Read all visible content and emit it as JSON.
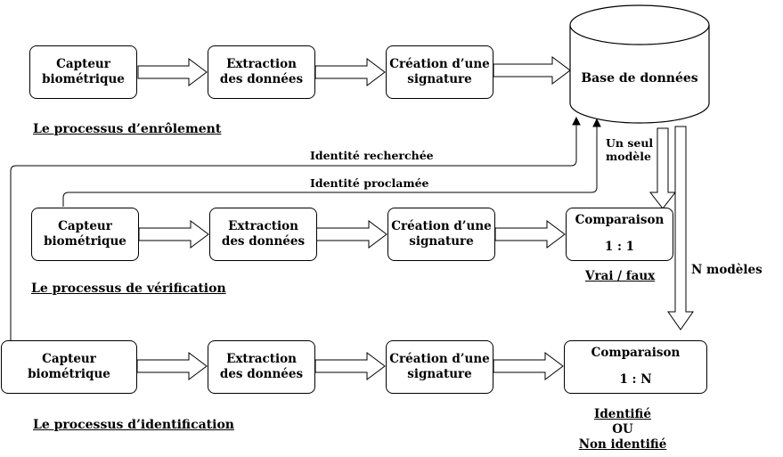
{
  "enrollment": {
    "title": "Le processus d’enrôlement",
    "sensor": "Capteur\nbiométrique",
    "extraction": "Extraction\ndes données",
    "signature": "Création d’une\nsignature"
  },
  "database": {
    "label": "Base de données"
  },
  "verification": {
    "title": "Le processus de vérification",
    "sensor": "Capteur\nbiométrique",
    "extraction": "Extraction\ndes données",
    "signature": "Création d’une\nsignature",
    "comparison": "Comparaison",
    "ratio": "1 : 1",
    "result": "Vrai / faux"
  },
  "identification": {
    "title": "Le processus d’identification",
    "sensor": "Capteur\nbiométrique",
    "extraction": "Extraction\ndes données",
    "signature": "Création d’une\nsignature",
    "comparison": "Comparaison",
    "ratio": "1 : N",
    "result_line1": "Identifié",
    "result_line2": "OU",
    "result_line3": "Non identifié"
  },
  "connectors": {
    "searched_identity": "Identité recherchée",
    "claimed_identity": "Identité proclamée",
    "one_model": "Un seul\nmodèle",
    "n_models": "N modèles"
  }
}
